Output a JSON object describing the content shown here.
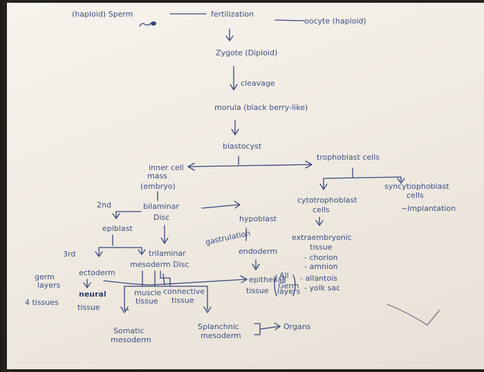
{
  "nodes": {
    "sperm": "(haploid) Sperm",
    "fertilization": "fertilization",
    "oocyte": "oocyte (haploid)",
    "zygote": "Zygote (Diploid)",
    "cleavage": "cleavage",
    "morula": "morula (black berry-like)",
    "blastocyst": "blastocyst",
    "inner_cell_mass_1": "inner cell",
    "inner_cell_mass_2": "mass",
    "inner_cell_mass_3": "(embryo)",
    "trophoblast": "trophoblast cells",
    "cytotrophoblast_1": "cytotrophoblast",
    "cytotrophoblast_2": "cells",
    "syncytiotrophoblast_1": "syncytiophoblast",
    "syncytiotrophoblast_2": "cells",
    "implantation": "~Implantation",
    "second": "2nd",
    "bilaminar_1": "bilaminar",
    "bilaminar_2": "Disc",
    "epiblast": "epiblast",
    "hypoblast": "hypoblast",
    "gastrulation": "gastrulation",
    "extraembryonic_1": "extraembryonic",
    "extraembryonic_2": "tissue",
    "chorion": "- chorion",
    "amnion": "- amnion",
    "allantois": "- allantois",
    "yolk_sac": "- yolk sac",
    "third": "3rd",
    "trilaminar_1": "trilaminar",
    "trilaminar_2": "mesoderm Disc",
    "ectoderm": "ectoderm",
    "endoderm": "endoderm",
    "germ_layers_1": "germ",
    "germ_layers_2": "layers",
    "four_tissues": "4 tissues",
    "neural_1": "neural",
    "neural_2": "tissue",
    "muscle_1": "muscle",
    "muscle_2": "tissue",
    "connective_1": "connective",
    "connective_2": "tissue",
    "epithelial_1": "epithelial",
    "epithelial_2": "tissue",
    "all_3_1": "All",
    "all_3_2": "3",
    "all_3_3": "Germ",
    "all_3_4": "layers",
    "somatic_1": "Somatic",
    "somatic_2": "mesoderm",
    "splanchnic_1": "Splanchnic",
    "splanchnic_2": "mesoderm",
    "organs": "Organs"
  }
}
